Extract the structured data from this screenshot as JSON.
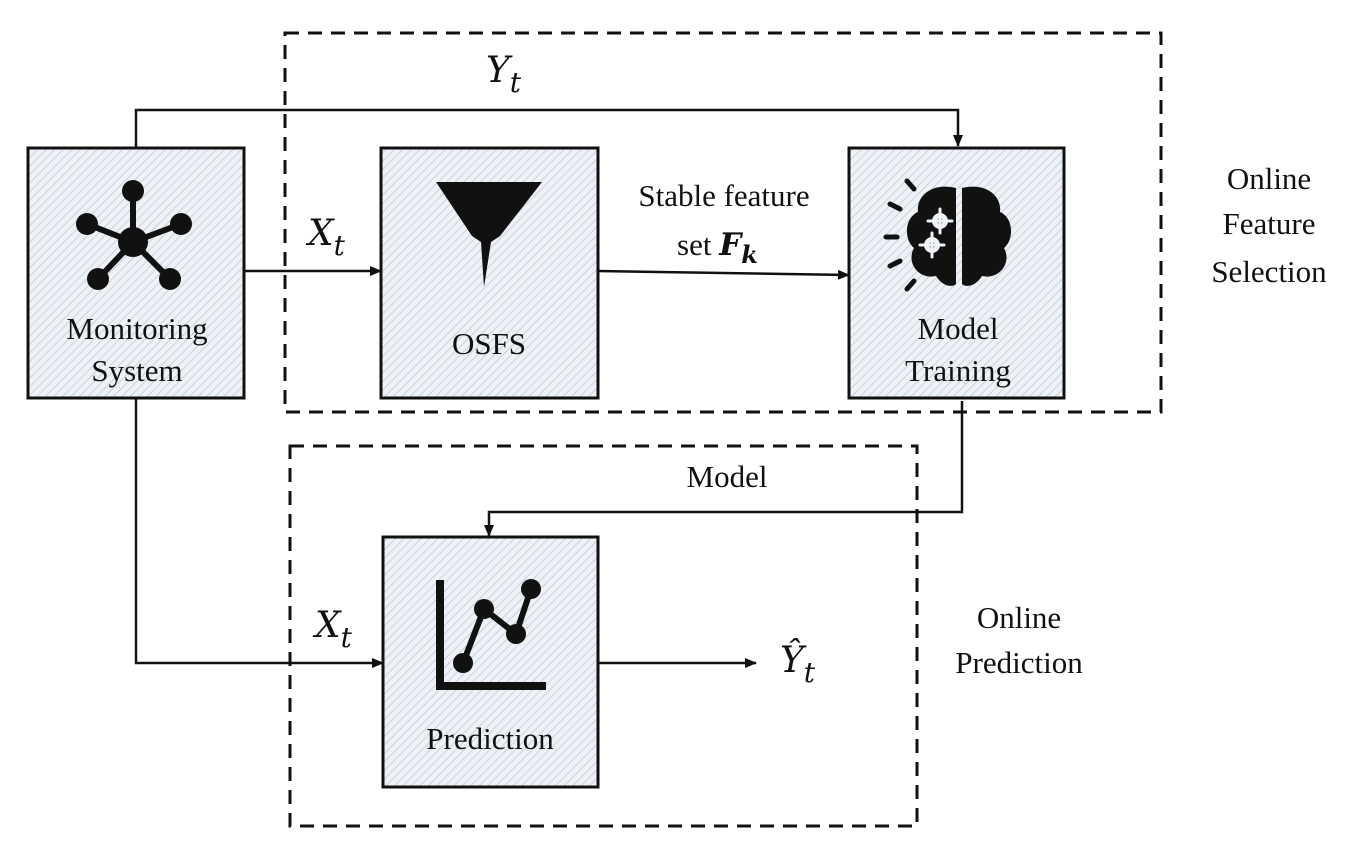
{
  "monitoring": {
    "line1": "Monitoring",
    "line2": "System"
  },
  "osfs": {
    "label": "OSFS"
  },
  "training": {
    "line1": "Model",
    "line2": "Training"
  },
  "prediction": {
    "label": "Prediction"
  },
  "signals": {
    "y_var": "Y",
    "y_sub": "t",
    "x1_var": "X",
    "x1_sub": "t",
    "x2_var": "X",
    "x2_sub": "t",
    "yhat_var": "Ŷ",
    "yhat_sub": "t"
  },
  "feature_set": {
    "line1": "Stable feature",
    "line2": "set ",
    "var": "F",
    "sub": "k"
  },
  "model_edge": {
    "label": "Model"
  },
  "groups": {
    "feature_selection": {
      "line1": "Online",
      "line2": "Feature",
      "line3": "Selection"
    },
    "online_prediction": {
      "line1": "Online",
      "line2": "Prediction"
    }
  }
}
